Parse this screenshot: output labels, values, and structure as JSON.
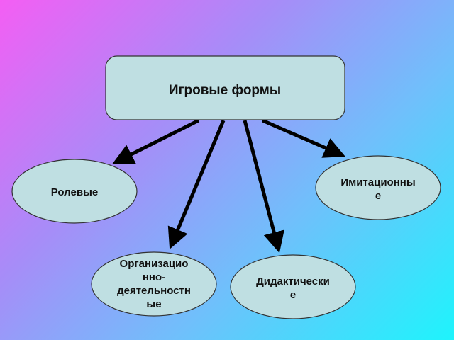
{
  "title": "Игровые формы",
  "nodes": {
    "roles": {
      "lines": [
        "Ролевые"
      ]
    },
    "imitation": {
      "lines": [
        "Имитационны",
        "е"
      ]
    },
    "organizational": {
      "lines": [
        "Организацио",
        "нно-",
        "деятельностн",
        "ые"
      ]
    },
    "didactic": {
      "lines": [
        "Дидактически",
        "е"
      ]
    }
  },
  "colors": {
    "node_fill": "#bfdfe2",
    "stroke": "#111111"
  }
}
